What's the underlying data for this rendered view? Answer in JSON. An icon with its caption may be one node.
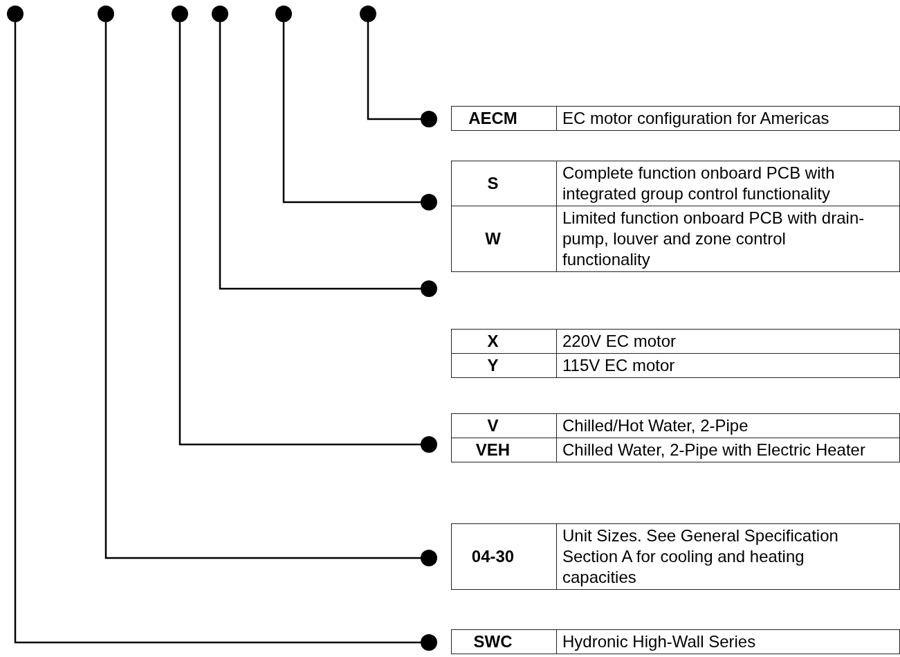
{
  "diagram": {
    "nodes": [
      {
        "text": [],
        "shape": "circle"
      },
      {
        "text": [],
        "shape": "circle"
      },
      {
        "text": [],
        "shape": "circle"
      },
      {
        "text": [],
        "shape": "circle"
      },
      {
        "text": [],
        "shape": "circle"
      },
      {
        "text": [],
        "shape": "circle"
      },
      {
        "text": [],
        "shape": "circle"
      },
      {
        "text": [
          "AECM",
          "EC motor configuration for Americas"
        ]
      },
      {
        "text": [],
        "shape": "circle"
      },
      {
        "text": [
          "S",
          "Complete function onboard PCB with integrated group control functionality",
          "W",
          "Limited function onboard PCB with drain-pump, louver and zone control functionality"
        ]
      },
      {
        "text": [],
        "shape": "circle"
      },
      {
        "text": [
          "X",
          "220V EC motor",
          "Y",
          "115V EC motor"
        ]
      },
      {
        "text": [],
        "shape": "circle"
      },
      {
        "text": [
          "V",
          "Chilled/Hot Water, 2-Pipe",
          "VEH",
          "Chilled Water, 2-Pipe with Electric Heater"
        ]
      },
      {
        "text": [],
        "shape": "circle"
      },
      {
        "text": [
          "04-30",
          "Unit Sizes. See General Specification Section A for cooling and heating capacities"
        ]
      },
      {
        "text": [],
        "shape": "circle"
      },
      {
        "text": [
          "SWC",
          "Hydronic High-Wall Series"
        ]
      }
    ],
    "edges": [
      {
        "from": 5,
        "to": 6,
        "arrow": "none"
      },
      {
        "from": 4,
        "to": 8,
        "arrow": "none"
      },
      {
        "from": 3,
        "to": 10,
        "arrow": "none"
      },
      {
        "from": 2,
        "to": 12,
        "arrow": "none"
      },
      {
        "from": 1,
        "to": 14,
        "arrow": "none"
      },
      {
        "from": 0,
        "to": 16,
        "arrow": "none"
      }
    ]
  }
}
